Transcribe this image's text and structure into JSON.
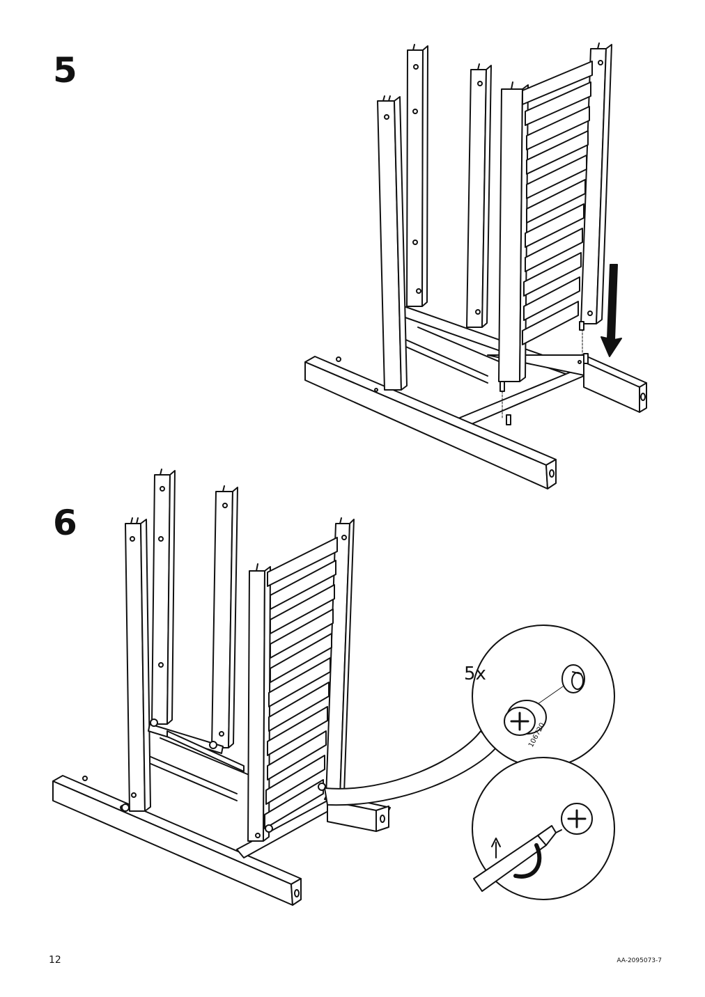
{
  "steps": [
    {
      "number": "5"
    },
    {
      "number": "6",
      "detail": {
        "quantity": "5x",
        "part_number": "106720"
      }
    }
  ],
  "footer": {
    "page_number": "12",
    "document_code": "AA-2095073-7"
  },
  "colors": {
    "ink": "#111111",
    "paper": "#ffffff"
  },
  "icons": [
    "down-arrow-icon",
    "rotate-arrow-icon"
  ]
}
